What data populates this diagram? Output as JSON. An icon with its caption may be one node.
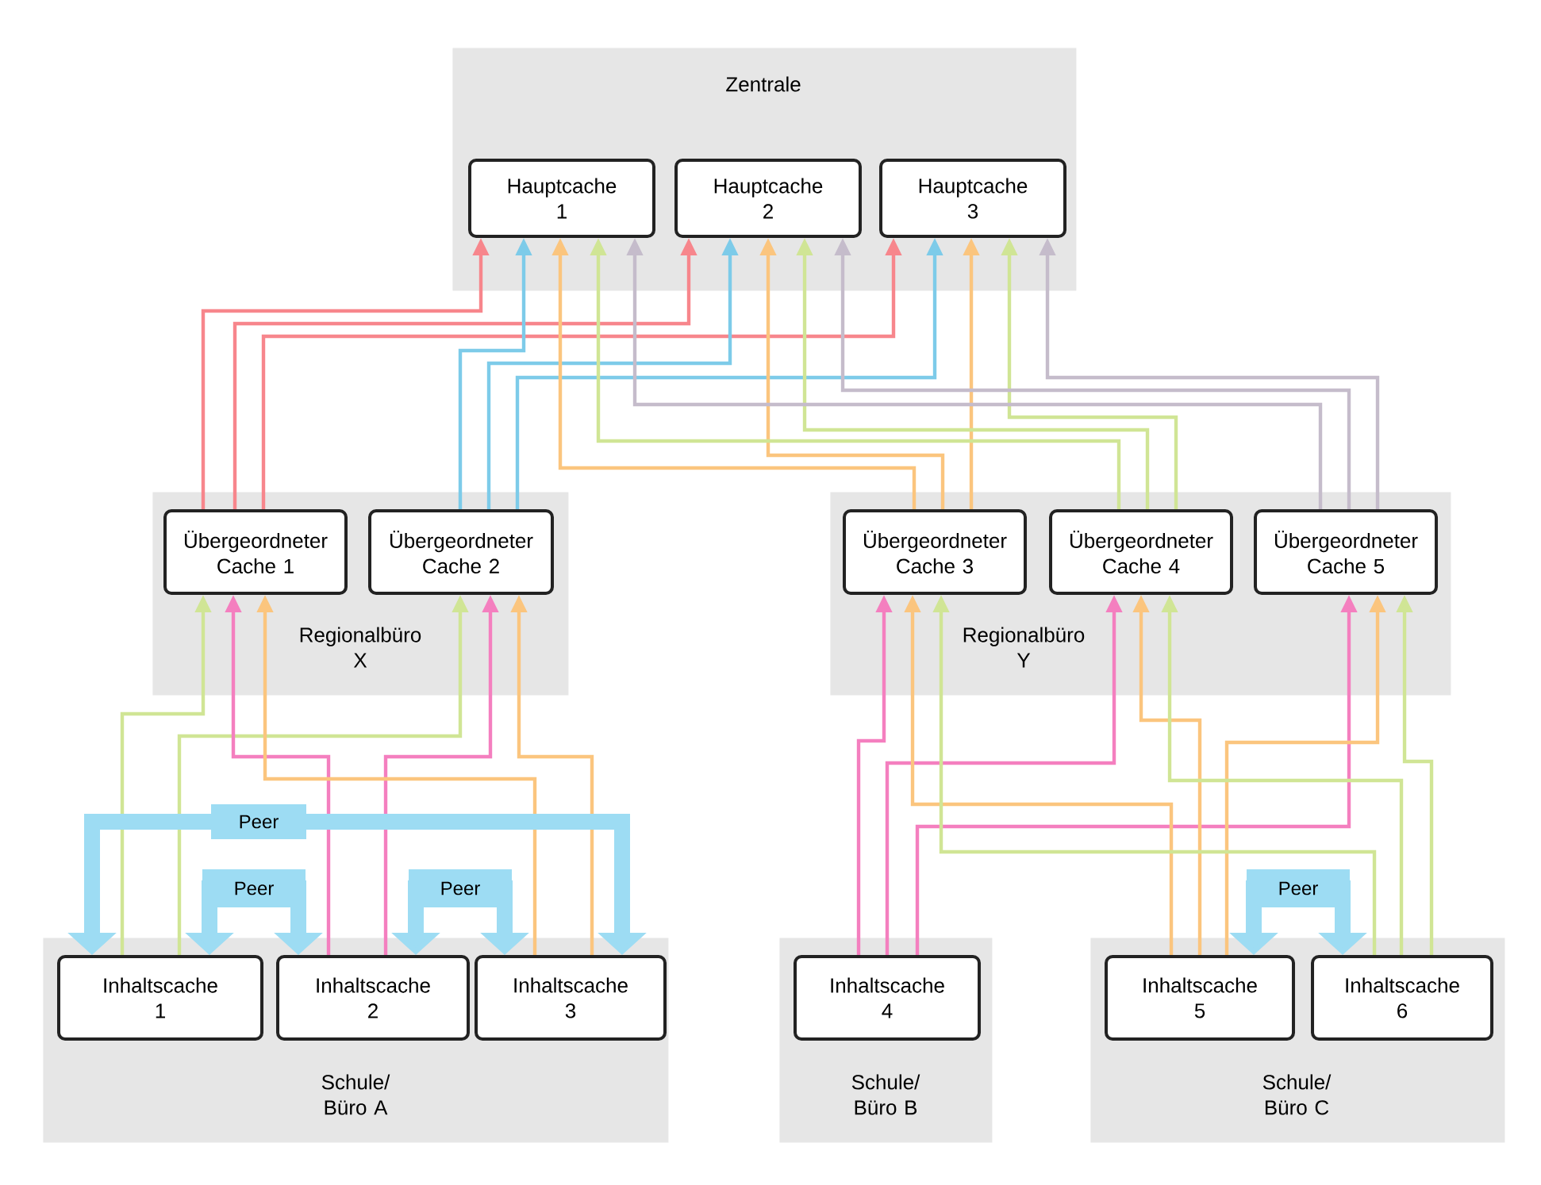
{
  "diagram": {
    "nodes": [
      {
        "text": [
          "Zentrale"
        ]
      },
      {
        "text": [
          "Hauptcache 1"
        ],
        "in": 0
      },
      {
        "text": [
          "Hauptcache 2"
        ],
        "in": 0
      },
      {
        "text": [
          "Hauptcache 3"
        ],
        "in": 0
      },
      {
        "text": [
          "Regionalbüro X"
        ]
      },
      {
        "text": [
          "Übergeordneter Cache 1"
        ],
        "in": 4
      },
      {
        "text": [
          "Übergeordneter Cache 2"
        ],
        "in": 4
      },
      {
        "text": [
          "Regionalbüro Y"
        ]
      },
      {
        "text": [
          "Übergeordneter Cache 3"
        ],
        "in": 7
      },
      {
        "text": [
          "Übergeordneter Cache 4"
        ],
        "in": 7
      },
      {
        "text": [
          "Übergeordneter Cache 5"
        ],
        "in": 7
      },
      {
        "text": [
          "Schule/ Büro A"
        ]
      },
      {
        "text": [
          "Inhaltscache 1"
        ],
        "in": 11
      },
      {
        "text": [
          "Inhaltscache 2"
        ],
        "in": 11
      },
      {
        "text": [
          "Inhaltscache 3"
        ],
        "in": 11
      },
      {
        "text": [
          "Schule/ Büro B"
        ]
      },
      {
        "text": [
          "Inhaltscache 4"
        ],
        "in": 15
      },
      {
        "text": [
          "Schule/ Büro C"
        ]
      },
      {
        "text": [
          "Inhaltscache 5"
        ],
        "in": 17
      },
      {
        "text": [
          "Inhaltscache 6"
        ],
        "in": 17
      }
    ],
    "edges": [
      {
        "from": 5,
        "to": 1,
        "arrow": "to",
        "color": "#f7868c"
      },
      {
        "from": 5,
        "to": 2,
        "arrow": "to",
        "color": "#f7868c"
      },
      {
        "from": 5,
        "to": 3,
        "arrow": "to",
        "color": "#f7868c"
      },
      {
        "from": 6,
        "to": 1,
        "arrow": "to",
        "color": "#7dcbe9"
      },
      {
        "from": 6,
        "to": 2,
        "arrow": "to",
        "color": "#7dcbe9"
      },
      {
        "from": 6,
        "to": 3,
        "arrow": "to",
        "color": "#7dcbe9"
      },
      {
        "from": 8,
        "to": 1,
        "arrow": "to",
        "color": "#fbc57e"
      },
      {
        "from": 8,
        "to": 2,
        "arrow": "to",
        "color": "#fbc57e"
      },
      {
        "from": 8,
        "to": 3,
        "arrow": "to",
        "color": "#fbc57e"
      },
      {
        "from": 9,
        "to": 1,
        "arrow": "to",
        "color": "#d0e595"
      },
      {
        "from": 9,
        "to": 2,
        "arrow": "to",
        "color": "#d0e595"
      },
      {
        "from": 9,
        "to": 3,
        "arrow": "to",
        "color": "#d0e595"
      },
      {
        "from": 10,
        "to": 1,
        "arrow": "to",
        "color": "#c5bccb"
      },
      {
        "from": 10,
        "to": 2,
        "arrow": "to",
        "color": "#c5bccb"
      },
      {
        "from": 10,
        "to": 3,
        "arrow": "to",
        "color": "#c5bccb"
      },
      {
        "from": 12,
        "to": 5,
        "arrow": "to",
        "color": "#d0e595"
      },
      {
        "from": 12,
        "to": 6,
        "arrow": "to",
        "color": "#d0e595"
      },
      {
        "from": 13,
        "to": 5,
        "arrow": "to",
        "color": "#f47fbf"
      },
      {
        "from": 13,
        "to": 6,
        "arrow": "to",
        "color": "#f47fbf"
      },
      {
        "from": 14,
        "to": 5,
        "arrow": "to",
        "color": "#fbc57e"
      },
      {
        "from": 14,
        "to": 6,
        "arrow": "to",
        "color": "#fbc57e"
      },
      {
        "from": 16,
        "to": 8,
        "arrow": "to",
        "color": "#f47fbf"
      },
      {
        "from": 16,
        "to": 9,
        "arrow": "to",
        "color": "#f47fbf"
      },
      {
        "from": 16,
        "to": 10,
        "arrow": "to",
        "color": "#f47fbf"
      },
      {
        "from": 18,
        "to": 8,
        "arrow": "to",
        "color": "#fbc57e"
      },
      {
        "from": 18,
        "to": 9,
        "arrow": "to",
        "color": "#fbc57e"
      },
      {
        "from": 18,
        "to": 10,
        "arrow": "to",
        "color": "#fbc57e"
      },
      {
        "from": 19,
        "to": 8,
        "arrow": "to",
        "color": "#d0e595"
      },
      {
        "from": 19,
        "to": 9,
        "arrow": "to",
        "color": "#d0e595"
      },
      {
        "from": 19,
        "to": 10,
        "arrow": "to",
        "color": "#d0e595"
      },
      {
        "from": 12,
        "to": 14,
        "arrow": "both",
        "label": "Peer",
        "style": "thick",
        "color": "#9ddcf3"
      },
      {
        "from": 12,
        "to": 13,
        "arrow": "both",
        "label": "Peer",
        "style": "thick",
        "color": "#9ddcf3"
      },
      {
        "from": 13,
        "to": 14,
        "arrow": "both",
        "label": "Peer",
        "style": "thick",
        "color": "#9ddcf3"
      },
      {
        "from": 18,
        "to": 19,
        "arrow": "both",
        "label": "Peer",
        "style": "thick",
        "color": "#9ddcf3"
      }
    ]
  }
}
